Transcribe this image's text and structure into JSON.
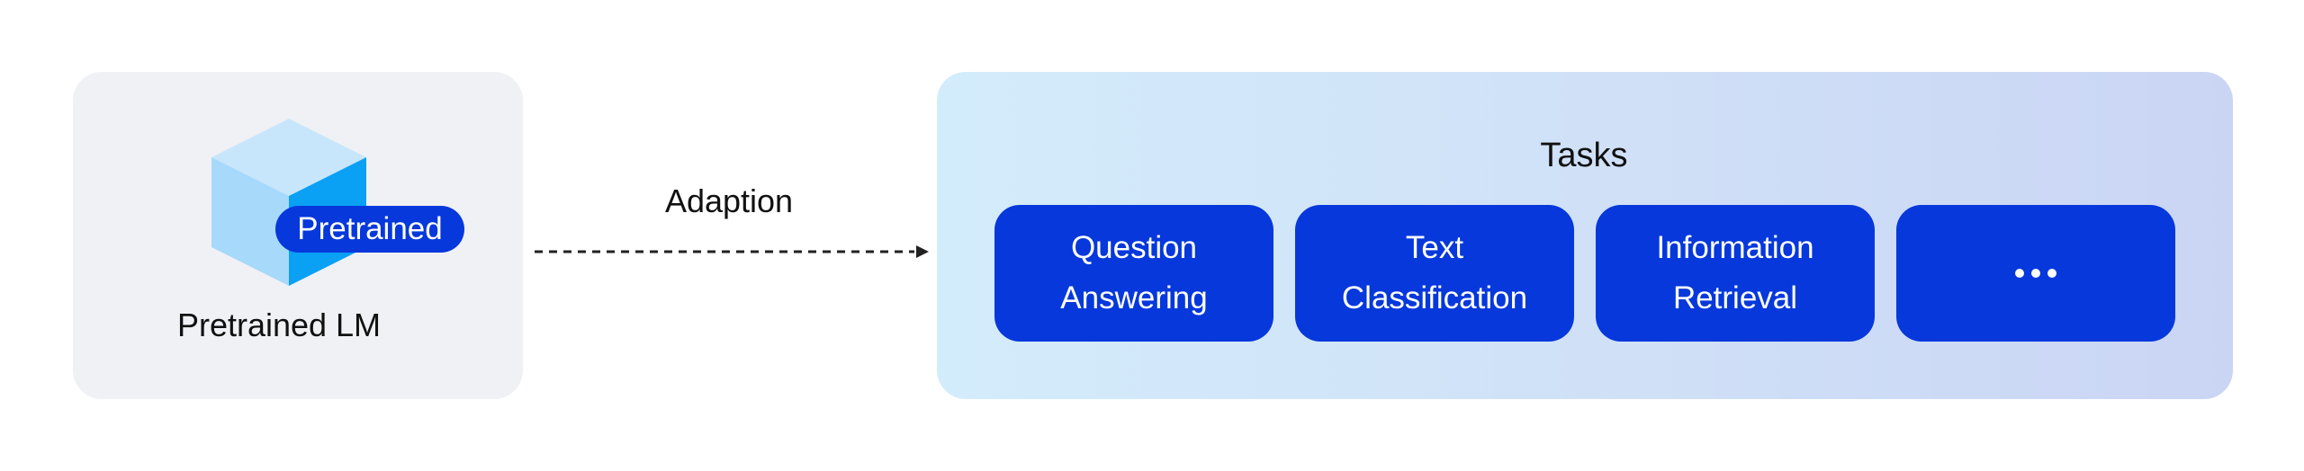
{
  "pretrained_panel": {
    "badge": "Pretrained",
    "label": "Pretrained LM"
  },
  "arrow": {
    "label": "Adaption"
  },
  "tasks_panel": {
    "title": "Tasks",
    "tasks": [
      {
        "line1": "Question",
        "line2": "Answering"
      },
      {
        "line1": "Text",
        "line2": "Classification"
      },
      {
        "line1": "Information",
        "line2": "Retrieval"
      },
      {
        "ellipsis": true
      }
    ]
  },
  "colors": {
    "task_blue": "#0638db",
    "cube_light": "#c7e6fb",
    "cube_mid": "#a7d9fb",
    "cube_dark": "#0aa0f4",
    "panel_gray": "#f0f1f5",
    "gradient_start": "#d3ecfb",
    "gradient_end": "#cad5f4"
  },
  "icons": {
    "cube": "cube-icon",
    "arrow": "dashed-arrow-icon",
    "more": "ellipsis-icon"
  }
}
